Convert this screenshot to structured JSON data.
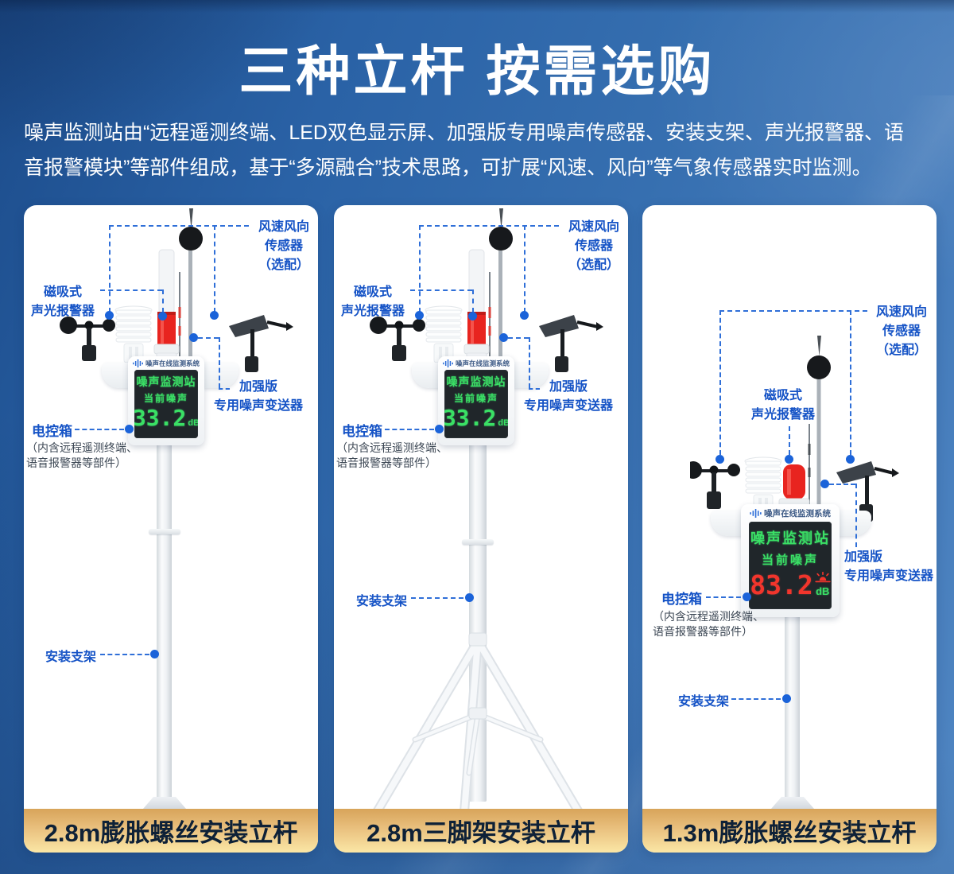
{
  "header": {
    "title": "三种立杆 按需选购",
    "desc_line1": "噪声监测站由“远程遥测终端、LED双色显示屏、加强版专用噪声传感器、安装支架、声光报警器、语",
    "desc_line2": "音报警模块”等部件组成，基于“多源融合”技术思路，可扩展“风速、风向”等气象传感器实时监测。"
  },
  "callouts": {
    "wind_sensor": {
      "line1": "风速风向",
      "line2": "传感器",
      "line3": "（选配）"
    },
    "alarm": {
      "line1": "磁吸式",
      "line2": "声光报警器"
    },
    "transmitter": {
      "line1": "加强版",
      "line2": "专用噪声变送器"
    },
    "control_box": {
      "title": "电控箱",
      "note1": "（内含远程遥测终端、",
      "note2": "语音报警器等部件）"
    },
    "bracket": "安装支架"
  },
  "device": {
    "brand": "噪声在线监测系统",
    "screen_title": "噪声监测站",
    "screen_subtitle": "当前噪声",
    "unit": "dB"
  },
  "cards": [
    {
      "id": "pole-2.8m-expansion-screw",
      "banner": "2.8m膨胀螺丝安装立杆",
      "reading": "33.2",
      "alarm": false
    },
    {
      "id": "pole-2.8m-tripod",
      "banner": "2.8m三脚架安装立杆",
      "reading": "33.2",
      "alarm": false
    },
    {
      "id": "pole-1.3m-expansion-screw",
      "banner": "1.3m膨胀螺丝安装立杆",
      "reading": "83.2",
      "alarm": true
    }
  ],
  "colors": {
    "callout_blue": "#1553c6",
    "dot_blue": "#1b63d9",
    "dash_blue": "#2f6fd8",
    "screen_green": "#3ae065",
    "alarm_red": "#f2352c",
    "banner_text": "#0e2137",
    "banner_gold_top": "#d8a45a",
    "banner_gold_bottom": "#fbe7a6"
  }
}
